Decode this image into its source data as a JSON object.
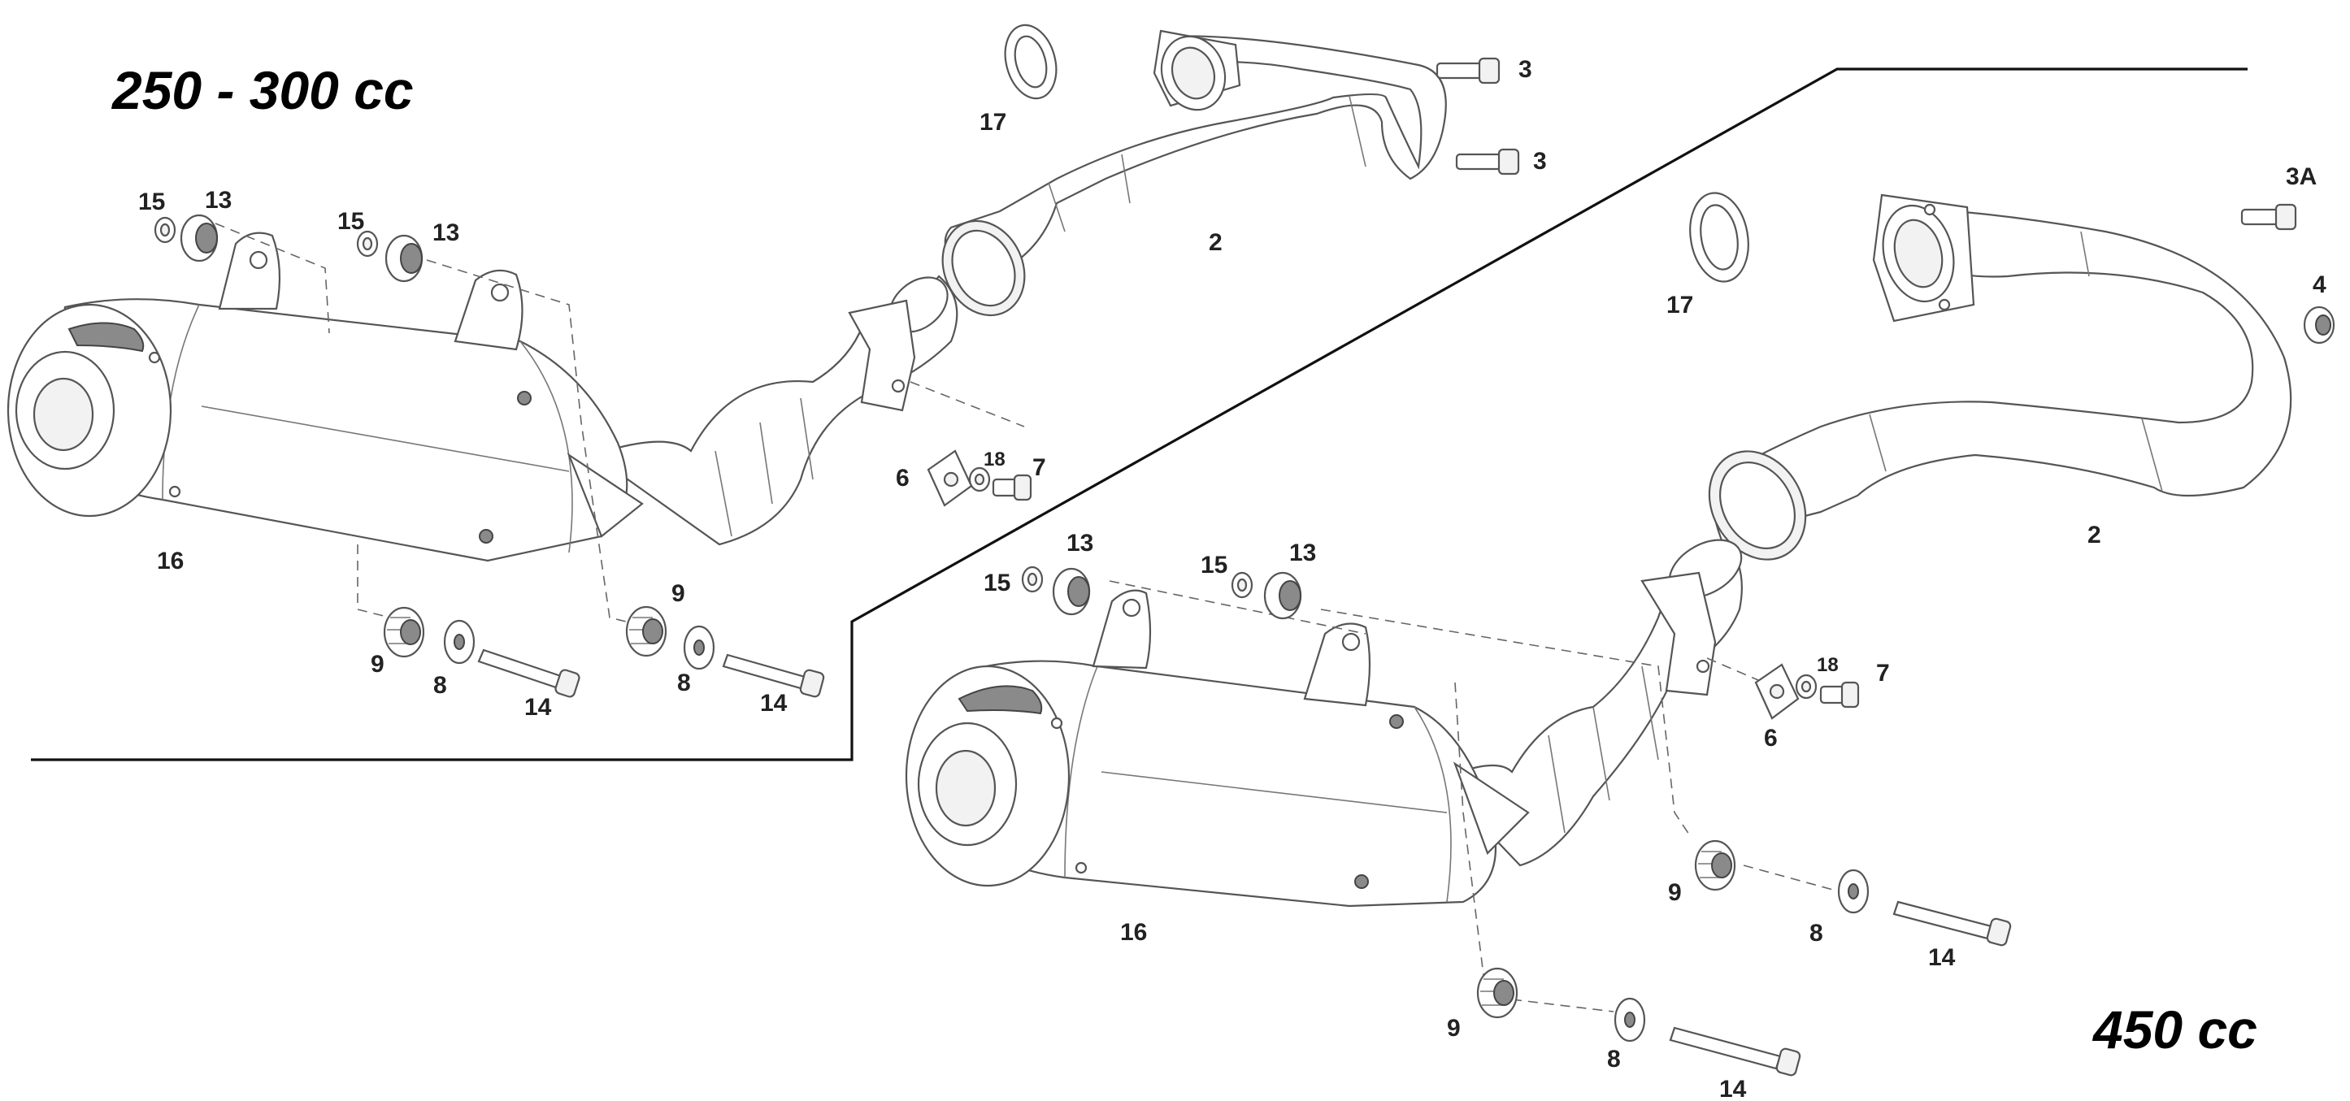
{
  "titles": {
    "small_engine": "250 - 300 cc",
    "large_engine": "450 cc"
  },
  "kit_250_300": {
    "header_pipe": "2",
    "screw_upper": "3",
    "screw_lower": "3",
    "gasket": "17",
    "muffler": "16",
    "clamp": "6",
    "clamp_washer": "18",
    "clamp_screw": "7",
    "grommet_left_small": "15",
    "grommet_left_large": "13",
    "grommet_right_small": "15",
    "grommet_right_large": "13",
    "rubber_left": "9",
    "washer_left": "8",
    "bolt_left": "14",
    "rubber_right": "9",
    "washer_right": "8",
    "bolt_right": "14"
  },
  "kit_450": {
    "header_pipe": "2",
    "screw": "3A",
    "nut": "4",
    "gasket": "17",
    "muffler": "16",
    "clamp": "6",
    "clamp_washer": "18",
    "clamp_screw": "7",
    "grommet_left_small": "15",
    "grommet_left_large": "13",
    "grommet_right_small": "15",
    "grommet_right_large": "13",
    "rubber_upper": "9",
    "washer_upper": "8",
    "bolt_upper": "14",
    "rubber_lower": "9",
    "washer_lower": "8",
    "bolt_lower": "14"
  }
}
